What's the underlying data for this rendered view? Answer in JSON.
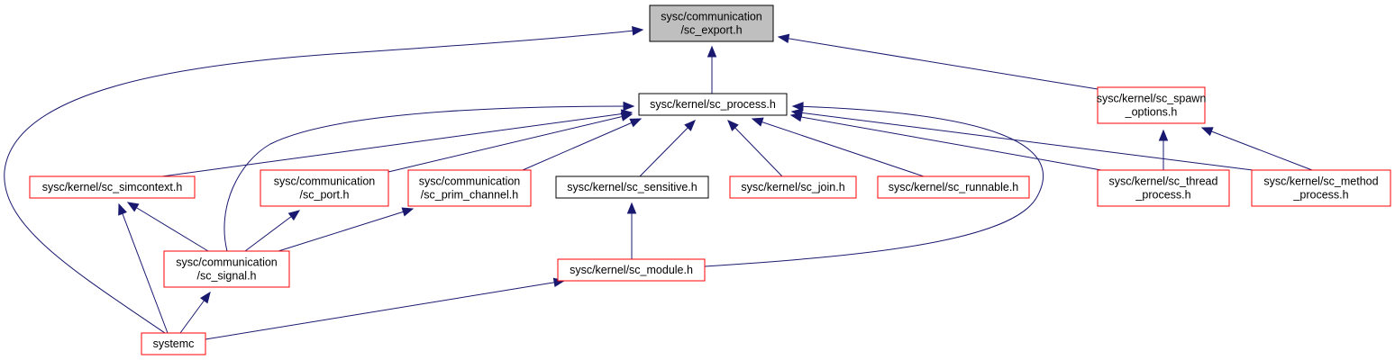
{
  "colors": {
    "edge": "#191970",
    "focus_fill": "#bfbfbf",
    "focus_border": "#000000",
    "linked_border": "#ff0000",
    "plain_border": "#000000"
  },
  "nodes": [
    {
      "id": "sc_export",
      "lines": [
        "sysc/communication",
        "/sc_export.h"
      ],
      "style": "focus"
    },
    {
      "id": "sc_process",
      "lines": [
        "sysc/kernel/sc_process.h"
      ],
      "style": "plain"
    },
    {
      "id": "sc_spawn_options",
      "lines": [
        "sysc/kernel/sc_spawn",
        "_options.h"
      ],
      "style": "linked"
    },
    {
      "id": "sc_simcontext",
      "lines": [
        "sysc/kernel/sc_simcontext.h"
      ],
      "style": "linked"
    },
    {
      "id": "sc_port",
      "lines": [
        "sysc/communication",
        "/sc_port.h"
      ],
      "style": "linked"
    },
    {
      "id": "sc_prim_channel",
      "lines": [
        "sysc/communication",
        "/sc_prim_channel.h"
      ],
      "style": "linked"
    },
    {
      "id": "sc_sensitive",
      "lines": [
        "sysc/kernel/sc_sensitive.h"
      ],
      "style": "plain"
    },
    {
      "id": "sc_join",
      "lines": [
        "sysc/kernel/sc_join.h"
      ],
      "style": "linked"
    },
    {
      "id": "sc_runnable",
      "lines": [
        "sysc/kernel/sc_runnable.h"
      ],
      "style": "linked"
    },
    {
      "id": "sc_thread_process",
      "lines": [
        "sysc/kernel/sc_thread",
        "_process.h"
      ],
      "style": "linked"
    },
    {
      "id": "sc_method_process",
      "lines": [
        "sysc/kernel/sc_method",
        "_process.h"
      ],
      "style": "linked"
    },
    {
      "id": "sc_signal",
      "lines": [
        "sysc/communication",
        "/sc_signal.h"
      ],
      "style": "linked"
    },
    {
      "id": "sc_module",
      "lines": [
        "sysc/kernel/sc_module.h"
      ],
      "style": "linked"
    },
    {
      "id": "systemc",
      "lines": [
        "systemc"
      ],
      "style": "linked"
    }
  ],
  "edges": [
    {
      "from": "sc_process",
      "to": "sc_export"
    },
    {
      "from": "sc_spawn_options",
      "to": "sc_export"
    },
    {
      "from": "systemc",
      "to": "sc_export"
    },
    {
      "from": "sc_simcontext",
      "to": "sc_process"
    },
    {
      "from": "sc_port",
      "to": "sc_process"
    },
    {
      "from": "sc_prim_channel",
      "to": "sc_process"
    },
    {
      "from": "sc_sensitive",
      "to": "sc_process"
    },
    {
      "from": "sc_join",
      "to": "sc_process"
    },
    {
      "from": "sc_runnable",
      "to": "sc_process"
    },
    {
      "from": "sc_thread_process",
      "to": "sc_process"
    },
    {
      "from": "sc_method_process",
      "to": "sc_process"
    },
    {
      "from": "sc_signal",
      "to": "sc_process"
    },
    {
      "from": "sc_module",
      "to": "sc_process"
    },
    {
      "from": "sc_thread_process",
      "to": "sc_spawn_options"
    },
    {
      "from": "sc_method_process",
      "to": "sc_spawn_options"
    },
    {
      "from": "sc_signal",
      "to": "sc_simcontext"
    },
    {
      "from": "systemc",
      "to": "sc_simcontext"
    },
    {
      "from": "sc_signal",
      "to": "sc_port"
    },
    {
      "from": "sc_signal",
      "to": "sc_prim_channel"
    },
    {
      "from": "sc_module",
      "to": "sc_sensitive"
    },
    {
      "from": "systemc",
      "to": "sc_signal"
    },
    {
      "from": "systemc",
      "to": "sc_module"
    }
  ]
}
